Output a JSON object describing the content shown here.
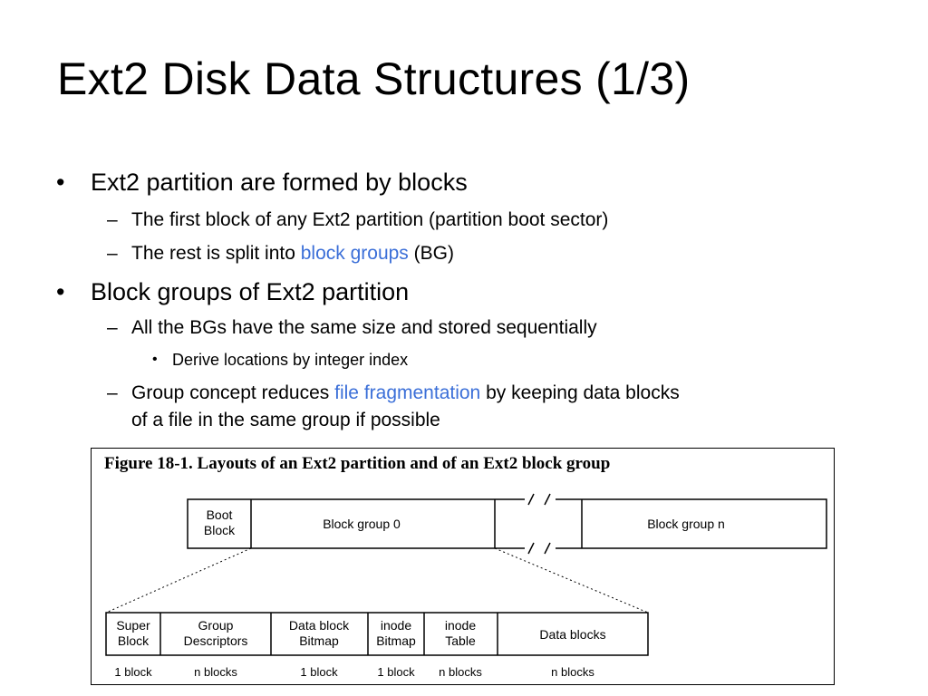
{
  "title": "Ext2 Disk Data Structures (1/3)",
  "bullets": {
    "b1": {
      "marker": "•",
      "text": "Ext2 partition are formed by blocks"
    },
    "b1_1": {
      "marker": "–",
      "text": "The first block of any Ext2 partition (partition boot sector)"
    },
    "b1_2": {
      "marker": "–",
      "pre": "The rest is split into ",
      "highlight": "block groups",
      "post": " (BG)"
    },
    "b2": {
      "marker": "•",
      "text": "Block groups of Ext2 partition"
    },
    "b2_1": {
      "marker": "–",
      "text": "All the BGs have the same size and stored sequentially"
    },
    "b2_1_1": {
      "marker": "•",
      "text": "Derive locations by integer index"
    },
    "b2_2": {
      "marker": "–",
      "pre": "Group concept reduces ",
      "highlight": "file fragmentation",
      "post": " by keeping data blocks",
      "line2": "of a file in the same group if possible"
    }
  },
  "highlight_color": "#3b6fd8",
  "figure": {
    "caption": "Figure 18-1. Layouts of an Ext2 partition and of an Ext2 block group",
    "partition": {
      "boot_block": [
        "Boot",
        "Block"
      ],
      "block_group_0": "Block group 0",
      "block_group_n": "Block group n"
    },
    "block_group": [
      {
        "label": [
          "Super",
          "Block"
        ],
        "size": "1 block"
      },
      {
        "label": [
          "Group",
          "Descriptors"
        ],
        "size": "n blocks"
      },
      {
        "label": [
          "Data block",
          "Bitmap"
        ],
        "size": "1 block"
      },
      {
        "label": [
          "inode",
          "Bitmap"
        ],
        "size": "1 block"
      },
      {
        "label": [
          "inode",
          "Table"
        ],
        "size": "n blocks"
      },
      {
        "label": [
          "Data blocks"
        ],
        "size": "n blocks"
      }
    ]
  }
}
